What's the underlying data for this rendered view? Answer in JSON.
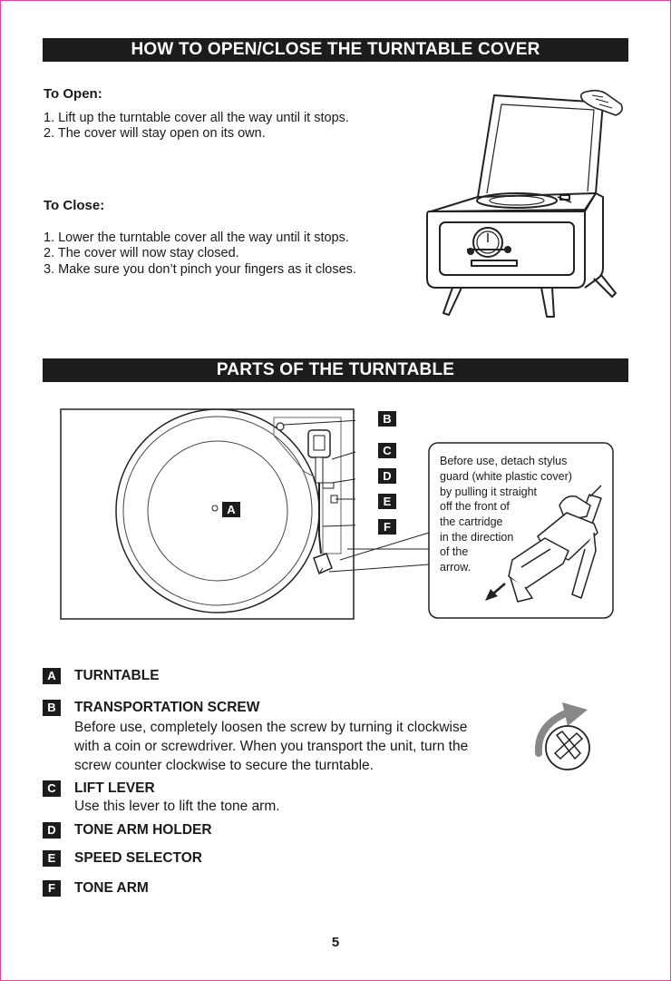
{
  "cover_section": {
    "title": "HOW TO OPEN/CLOSE THE TURNTABLE COVER",
    "open_heading": "To Open:",
    "open_steps": [
      "1. Lift up the turntable cover all the way until it stops.",
      "2. The cover will stay open on its own."
    ],
    "close_heading": "To Close:",
    "close_steps": [
      "1. Lower the turntable cover all the way until it stops.",
      "2. The cover will now stay closed.",
      "3. Make sure you don’t pinch your fingers as it closes."
    ]
  },
  "parts_section": {
    "title": "PARTS OF THE TURNTABLE",
    "callouts": [
      "A",
      "B",
      "C",
      "D",
      "E",
      "F"
    ],
    "stylus_note": [
      "Before use, detach stylus",
      "guard (white plastic cover)",
      "by pulling it straight",
      "off the front of",
      "the cartridge",
      "in the direction",
      "of the",
      "arrow."
    ],
    "parts": [
      {
        "letter": "A",
        "name": "TURNTABLE",
        "desc": []
      },
      {
        "letter": "B",
        "name": "TRANSPORTATION SCREW",
        "desc": [
          "Before use, completely loosen the screw by turning it clockwise",
          "with a coin or screwdriver. When you transport the unit, turn the",
          "screw counter clockwise to secure the turntable."
        ]
      },
      {
        "letter": "C",
        "name": "LIFT LEVER",
        "desc": [
          "Use this lever to lift the tone arm."
        ]
      },
      {
        "letter": "D",
        "name": "TONE ARM HOLDER",
        "desc": []
      },
      {
        "letter": "E",
        "name": "SPEED SELECTOR",
        "desc": []
      },
      {
        "letter": "F",
        "name": "TONE ARM",
        "desc": []
      }
    ]
  },
  "page_number": "5"
}
